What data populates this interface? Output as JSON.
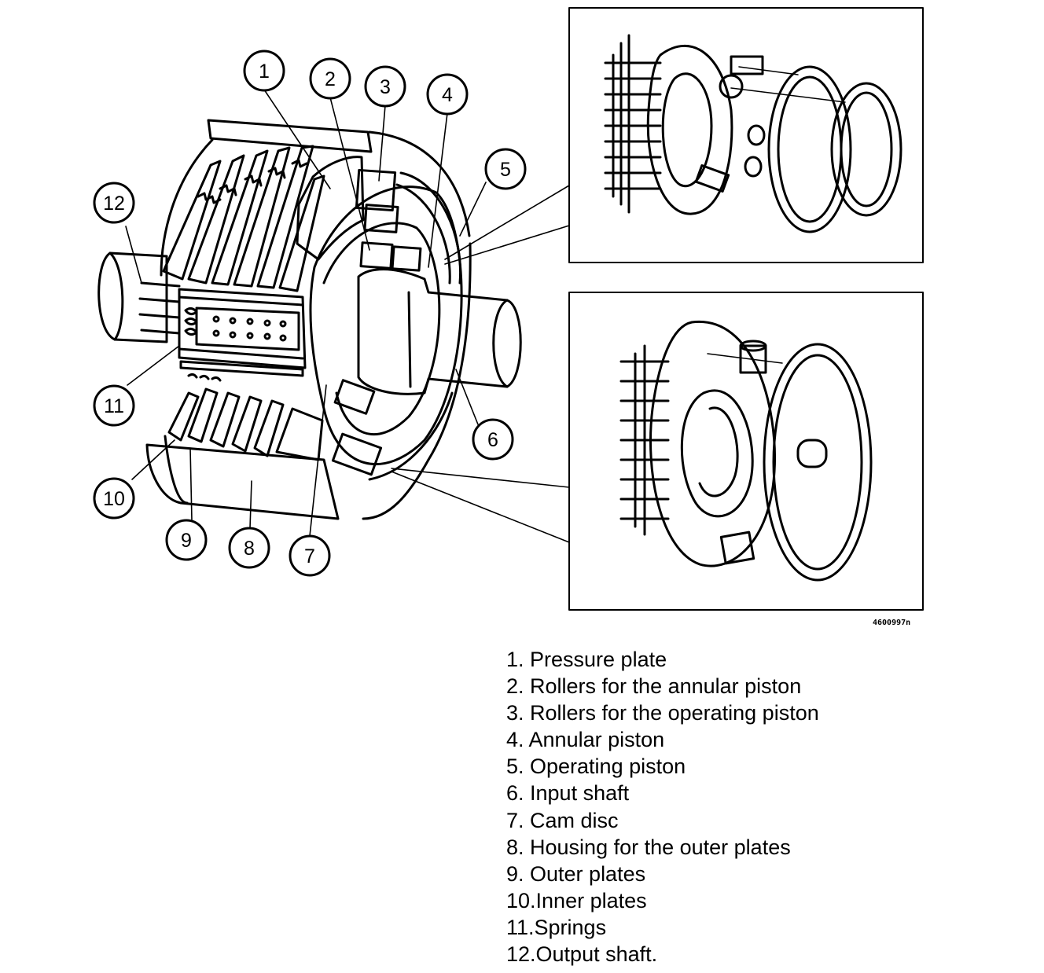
{
  "callouts": [
    "1",
    "2",
    "3",
    "4",
    "5",
    "6",
    "7",
    "8",
    "9",
    "10",
    "11",
    "12"
  ],
  "legend": [
    "1. Pressure plate",
    "2. Rollers for the annular piston",
    "3. Rollers for the operating piston",
    "4. Annular piston",
    "5. Operating piston",
    "6. Input shaft",
    "7. Cam disc",
    "8. Housing for the outer plates",
    "9. Outer plates",
    "10.Inner plates",
    "11.Springs",
    "12.Output shaft."
  ],
  "figure_code": "4600997n"
}
